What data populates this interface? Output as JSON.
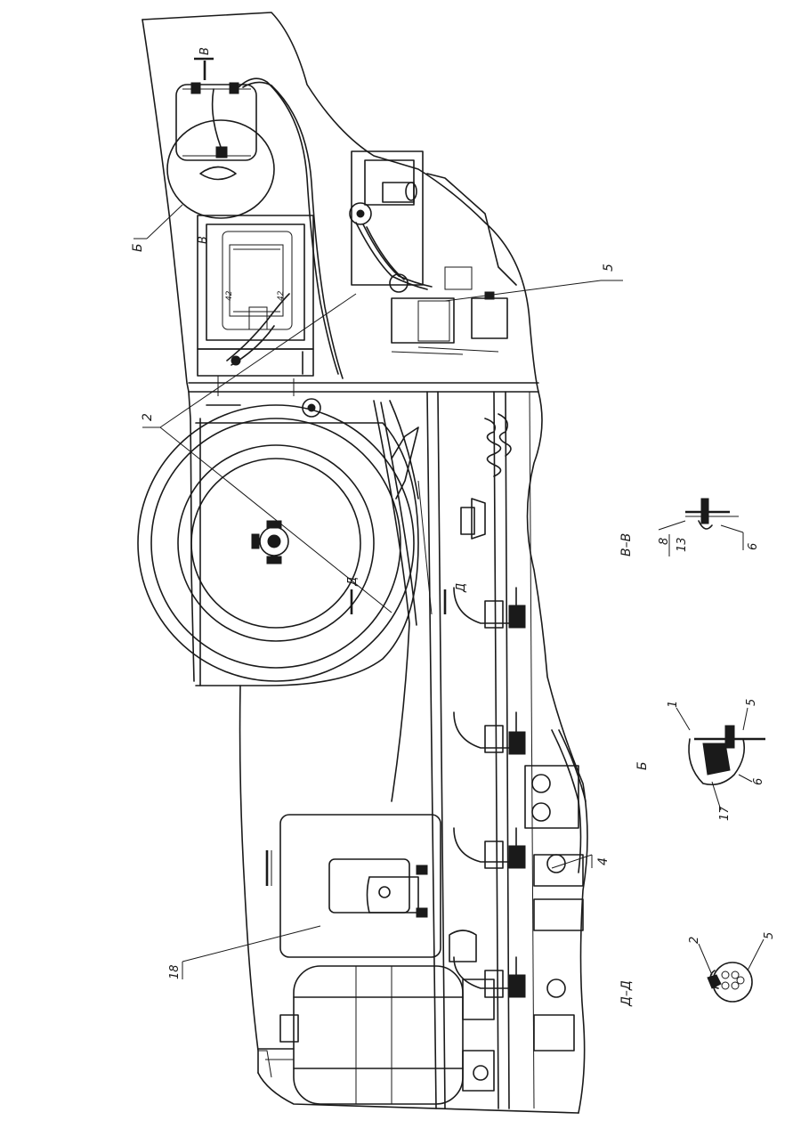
{
  "drawing": {
    "callouts": {
      "c_2": "2",
      "c_5": "5",
      "c_4": "4",
      "c_18": "18",
      "c_B_cyr": "Б",
      "c_V_cyr": "В",
      "c_V_cyr2": "В",
      "c_D1": "Д",
      "c_D2": "Д"
    },
    "sections": {
      "vv": {
        "title": "В–В",
        "frac_top": "8",
        "frac_bottom": "13",
        "callout": "6"
      },
      "b": {
        "title": "Б",
        "c1": "1",
        "c5": "5",
        "c6": "6",
        "c17": "17"
      },
      "dd": {
        "title": "Д–Д",
        "c2": "2",
        "c5": "5"
      }
    },
    "plate_text_1": "42",
    "plate_text_2": "42"
  }
}
